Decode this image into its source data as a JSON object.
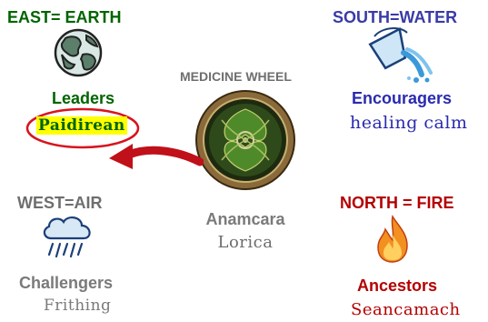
{
  "title": "MEDICINE WHEEL",
  "quadrants": {
    "east": {
      "direction": "EAST= EARTH",
      "role": "Leaders",
      "word": "Paidirean",
      "icon": "globe-icon",
      "color": "#006400"
    },
    "south": {
      "direction": "SOUTH=WATER",
      "role": "Encouragers",
      "word": "healing calm",
      "icon": "water-pail-icon",
      "color": "#3a3aa8"
    },
    "west": {
      "direction": "WEST=AIR",
      "role": "Challengers",
      "word": "Frithing",
      "icon": "storm-cloud-icon",
      "color": "#6e6e6e"
    },
    "north": {
      "direction": "NORTH = FIRE",
      "role": "Ancestors",
      "word": "Seancamach",
      "icon": "flame-icon",
      "color": "#b40000"
    }
  },
  "center": {
    "label": "Anamcara",
    "word": "Lorica",
    "icon": "celtic-tree-of-life-icon"
  },
  "colors": {
    "highlight": "#ffff00",
    "arrow": "#c0101a",
    "ellipse": "#d8141e"
  }
}
